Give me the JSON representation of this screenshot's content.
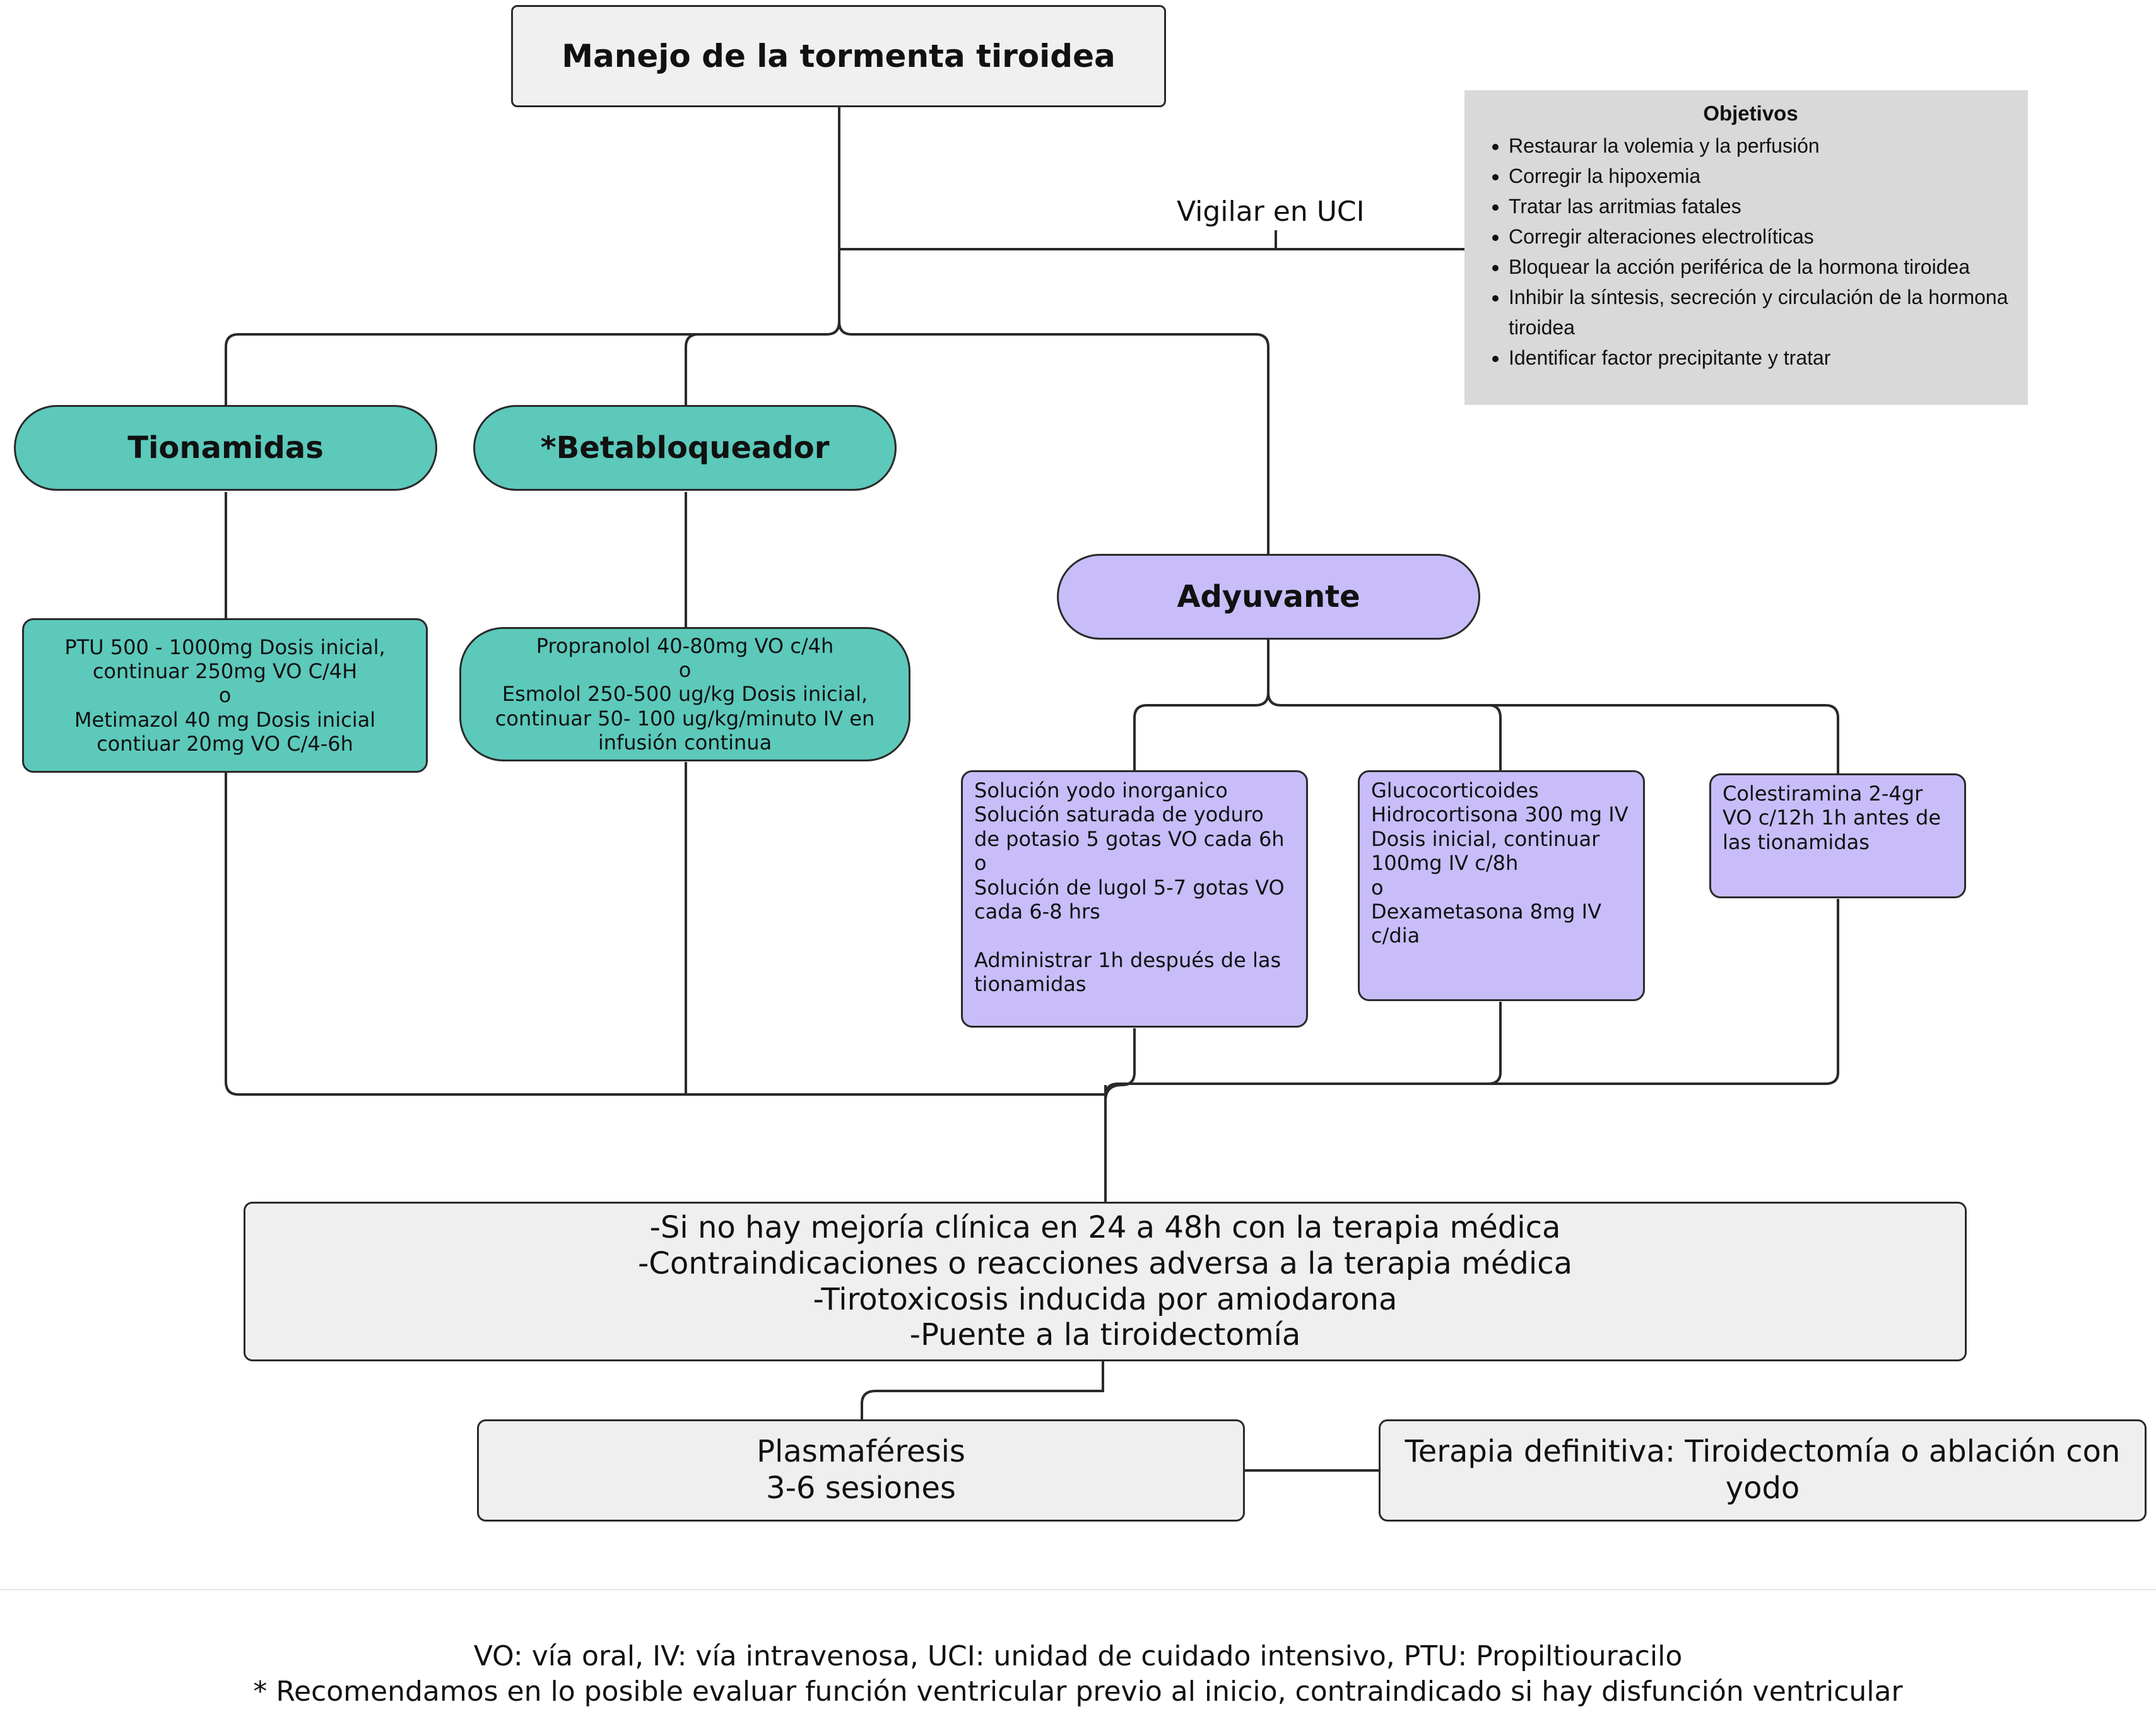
{
  "title": "Manejo de la tormenta tiroidea",
  "monitor_label": "Vigilar en UCI",
  "objectives": {
    "heading": "Objetivos",
    "items": [
      "Restaurar la volemia y la perfusión",
      "Corregir la hipoxemia",
      "Tratar las arritmias fatales",
      "Corregir alteraciones electrolíticas",
      "Bloquear la acción periférica de la hormona tiroidea",
      "Inhibir la síntesis, secreción y circulación de la hormona tiroidea",
      "Identificar factor precipitante y tratar"
    ]
  },
  "categories": {
    "tionamidas": "Tionamidas",
    "betabloqueador": "*Betabloqueador",
    "adyuvante": "Adyuvante"
  },
  "treatments": {
    "tionamidas": "PTU 500 - 1000mg Dosis inicial,\ncontinuar 250mg VO C/4H\no\nMetimazol 40 mg Dosis inicial\ncontiuar 20mg VO C/4-6h",
    "betabloqueador": "Propranolol 40-80mg VO c/4h\no\nEsmolol 250-500 ug/kg Dosis inicial,\ncontinuar    50- 100 ug/kg/minuto IV en\ninfusión continua",
    "yodo": "Solución yodo inorganico\nSolución saturada de yoduro\nde potasio 5 gotas VO cada 6h\no\nSolución de lugol 5-7 gotas VO\ncada 6-8 hrs\n\nAdministrar 1h después de las\ntionamidas",
    "glucocorticoides": "Glucocorticoides\nHidrocortisona 300 mg IV\nDosis inicial, continuar\n100mg IV c/8h\no\nDexametasona 8mg IV\nc/dia",
    "colestiramina": "Colestiramina 2-4gr\nVO c/12h 1h antes de\nlas tionamidas"
  },
  "indications": "-Si no hay mejoría clínica en 24 a 48h con la terapia médica\n-Contraindicaciones o reacciones adversa a la terapia médica\n-Tirotoxicosis inducida por amiodarona\n-Puente a la tiroidectomía",
  "plasmapheresis": "Plasmaféresis\n3-6 sesiones",
  "definitive": "Terapia definitiva: Tiroidectomía o ablación con\nyodo",
  "footnotes": [
    "VO: vía oral, IV: vía intravenosa, UCI: unidad de cuidado intensivo, PTU: Propiltiouracilo",
    "* Recomendamos en lo posible evaluar función ventricular previo al inicio, contraindicado si hay disfunción ventricular"
  ],
  "colors": {
    "teal": "#5cc9bb",
    "violet": "#c8bdf9",
    "gray_box": "#efefef",
    "objectives_bg": "#d9d9d9",
    "line": "#2a2a2a"
  }
}
